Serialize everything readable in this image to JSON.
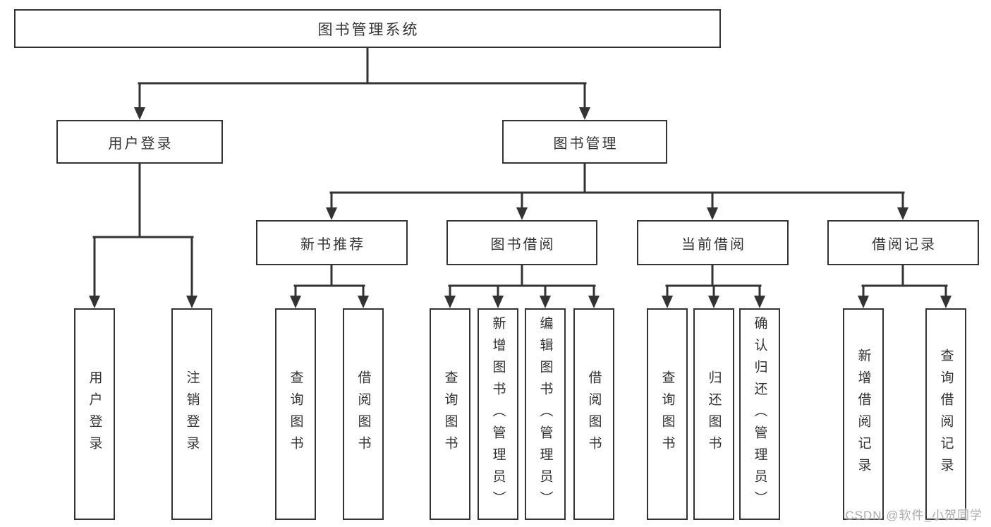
{
  "diagram": {
    "type": "hierarchy-tree",
    "background_color": "#ffffff",
    "line_color": "#333333",
    "text_color": "#333333",
    "watermark": {
      "text": "CSDN @软件_小贺同学",
      "color": "#ababab"
    },
    "nodes": {
      "root": {
        "label": "图书管理系统"
      },
      "user_login": {
        "label": "用户登录"
      },
      "book_mgmt": {
        "label": "图书管理"
      },
      "new_book_rec": {
        "label": "新书推荐"
      },
      "book_borrow": {
        "label": "图书借阅"
      },
      "current_borrow": {
        "label": "当前借阅"
      },
      "borrow_records": {
        "label": "借阅记录"
      },
      "ul_login": {
        "label": "用户登录"
      },
      "ul_logout": {
        "label": "注销登录"
      },
      "rec_query_book": {
        "label": "查询图书"
      },
      "rec_borrow_book": {
        "label": "借阅图书"
      },
      "bb_query_book": {
        "label": "查询图书"
      },
      "bb_add_book": {
        "label": "新增图书（管理员）"
      },
      "bb_edit_book": {
        "label": "编辑图书（管理员）"
      },
      "bb_borrow_book": {
        "label": "借阅图书"
      },
      "cb_query_book": {
        "label": "查询图书"
      },
      "cb_return_book": {
        "label": "归还图书"
      },
      "cb_confirm_return": {
        "label": "确认归还（管理员）"
      },
      "br_add_record": {
        "label": "新增借阅记录"
      },
      "br_query_record": {
        "label": "查询借阅记录"
      }
    },
    "hierarchy": {
      "root": [
        "user_login",
        "book_mgmt"
      ],
      "user_login": [
        "ul_login",
        "ul_logout"
      ],
      "book_mgmt": [
        "new_book_rec",
        "book_borrow",
        "current_borrow",
        "borrow_records"
      ],
      "new_book_rec": [
        "rec_query_book",
        "rec_borrow_book"
      ],
      "book_borrow": [
        "bb_query_book",
        "bb_add_book",
        "bb_edit_book",
        "bb_borrow_book"
      ],
      "current_borrow": [
        "cb_query_book",
        "cb_return_book",
        "cb_confirm_return"
      ],
      "borrow_records": [
        "br_add_record",
        "br_query_record"
      ]
    }
  }
}
